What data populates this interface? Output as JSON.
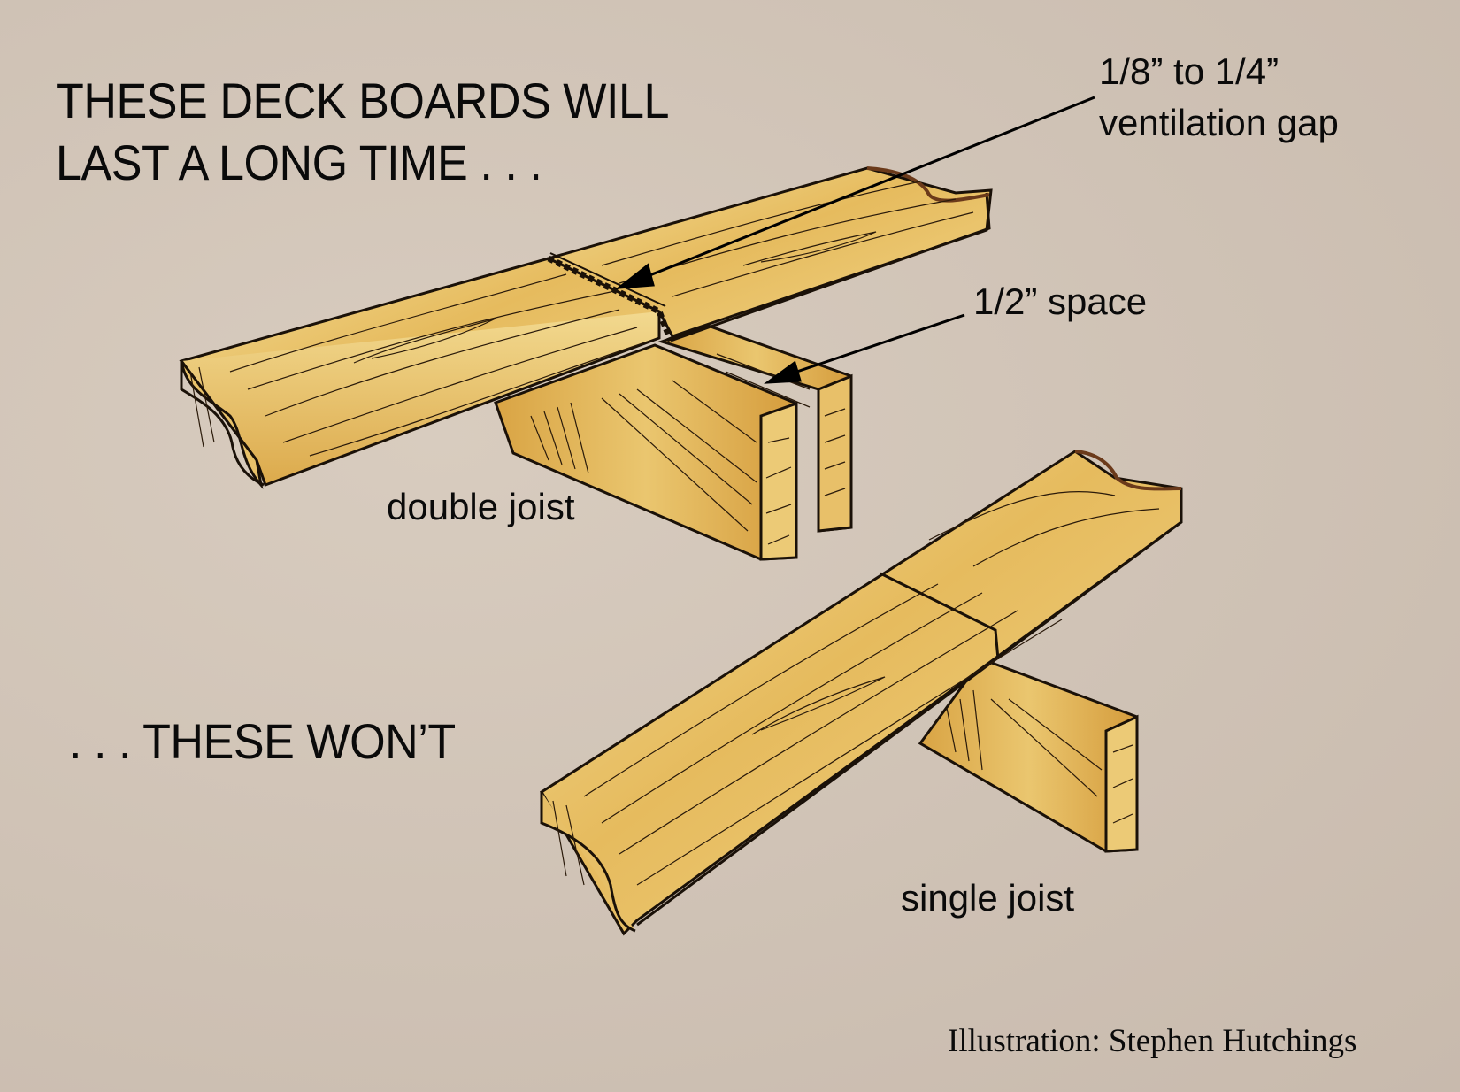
{
  "headline_top": {
    "line1": "THESE DECK BOARDS WILL",
    "line2": "LAST A LONG TIME . . ."
  },
  "headline_bottom": ". . . THESE WON’T",
  "callouts": {
    "gap_line1": "1/8” to 1/4”",
    "gap_line2": "ventilation gap",
    "space": "1/2” space"
  },
  "labels": {
    "double_joist": "double joist",
    "single_joist": "single joist"
  },
  "credit": "Illustration: Stephen Hutchings",
  "colors": {
    "background": "#cdbfb2",
    "wood_light": "#f1d68a",
    "wood_mid": "#e2b356",
    "wood_dark": "#c88f34",
    "ink": "#1a1108",
    "edge_brown": "#6b3a1a"
  }
}
